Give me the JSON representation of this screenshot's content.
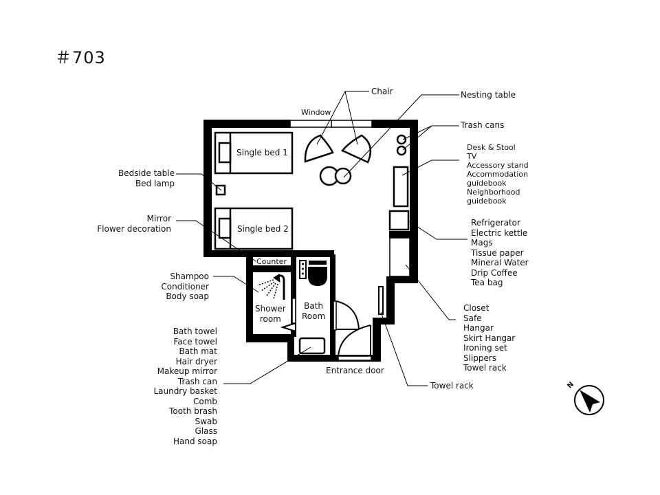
{
  "title": "＃703",
  "plan": {
    "window_label": "Window",
    "rooms": {
      "bed1": "Single bed 1",
      "bed2": "Single bed 2",
      "counter": "Counter",
      "shower": [
        "Shower",
        "room"
      ],
      "bath": [
        "Bath",
        "Room"
      ],
      "entrance": "Entrance door"
    }
  },
  "callouts": {
    "chair": "Chair",
    "nesting_table": "Nesting table",
    "trash_cans": "Trash cans",
    "desk": [
      "Desk & Stool",
      "TV",
      "Accessory stand",
      "Accommodation",
      "guidebook",
      "Neighborhood",
      "guidebook"
    ],
    "refrigerator": [
      "Refrigerator",
      "Electric kettle",
      "Mags",
      "Tissue paper",
      "Mineral Water",
      "Drip Coffee",
      "Tea bag"
    ],
    "closet": [
      "Closet",
      "Safe",
      "Hangar",
      "Skirt Hangar",
      "Ironing set",
      "Slippers",
      "Towel rack"
    ],
    "towel_rack": "Towel rack",
    "bedside": [
      "Bedside table",
      "Bed lamp"
    ],
    "mirror": [
      "Mirror",
      "Flower decoration"
    ],
    "shower_items": [
      "Shampoo",
      "Conditioner",
      "Body soap"
    ],
    "bath_items": [
      "Bath towel",
      "Face towel",
      "Bath mat",
      "Hair dryer",
      "Makeup mirror",
      "Trash can",
      "Laundry basket",
      "Comb",
      "Tooth brash",
      "Swab",
      "Glass",
      "Hand soap"
    ]
  },
  "compass": {
    "label": "N",
    "icon": "north-arrow-icon"
  }
}
